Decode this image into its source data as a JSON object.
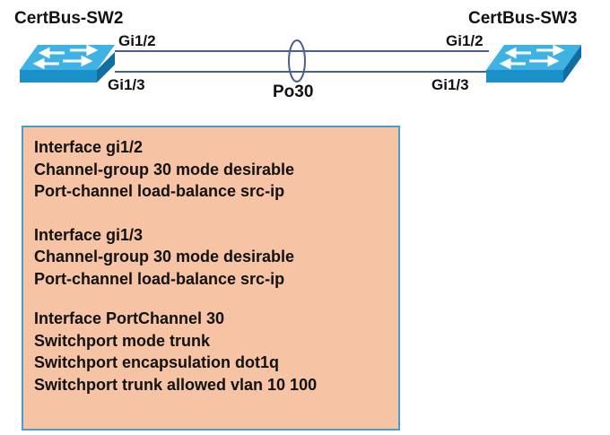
{
  "devices": {
    "left": {
      "name": "CertBus-SW2",
      "port_top": "Gi1/2",
      "port_bottom": "Gi1/3"
    },
    "right": {
      "name": "CertBus-SW3",
      "port_top": "Gi1/2",
      "port_bottom": "Gi1/3"
    }
  },
  "bundle": {
    "label": "Po30"
  },
  "colors": {
    "switch_top": "#3fb2e4",
    "switch_front": "#1a8fc9",
    "link": "#4b5f8e",
    "box_fill": "#f6c4a4",
    "box_border": "#4a9cc9"
  },
  "config": {
    "block1": [
      "Interface gi1/2",
      "Channel-group 30 mode desirable",
      "Port-channel load-balance src-ip"
    ],
    "block2": [
      "Interface gi1/3",
      "Channel-group 30 mode desirable",
      "Port-channel load-balance src-ip"
    ],
    "block3": [
      "Interface PortChannel 30",
      "Switchport mode trunk",
      "Switchport encapsulation dot1q",
      "Switchport trunk allowed vlan 10 100"
    ]
  }
}
